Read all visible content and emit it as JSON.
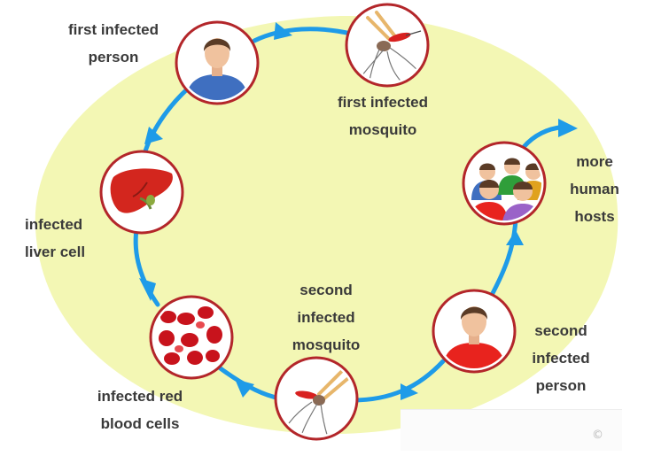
{
  "stages": {
    "first_person": {
      "lines": [
        "first infected",
        "person"
      ],
      "icon": "person-icon",
      "shirt": "#3f6fc0"
    },
    "first_mosquito": {
      "lines": [
        "first infected",
        "mosquito"
      ],
      "icon": "mosquito-icon"
    },
    "liver": {
      "lines": [
        "infected",
        "liver cell"
      ],
      "icon": "liver-icon"
    },
    "blood": {
      "lines": [
        "infected red",
        "blood cells"
      ],
      "icon": "red-blood-cells-icon"
    },
    "second_mosquito": {
      "lines": [
        "second",
        "infected",
        "mosquito"
      ],
      "icon": "mosquito-icon"
    },
    "second_person": {
      "lines": [
        "second",
        "infected",
        "person"
      ],
      "icon": "person-icon",
      "shirt": "#e8231e"
    },
    "hosts": {
      "lines": [
        "more",
        "human",
        "hosts"
      ],
      "icon": "crowd-icon"
    }
  },
  "colors": {
    "background_blob": "#f3f7b4",
    "arrow": "#1e9be8",
    "circle_border": "#b3262a",
    "blood_cell": "#c8131c",
    "liver": "#d3261e",
    "text": "#3a3a3a"
  },
  "watermark": {
    "mark": "©"
  }
}
